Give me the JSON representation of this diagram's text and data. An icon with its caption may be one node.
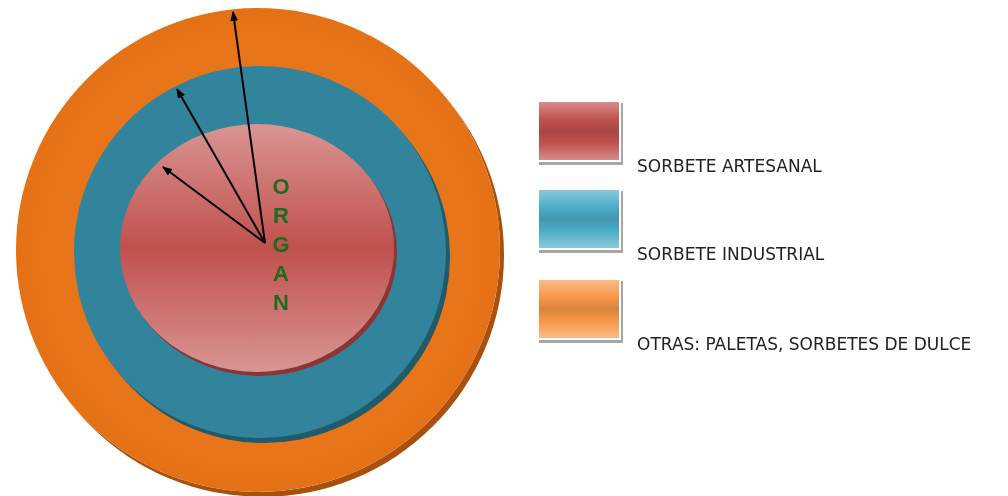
{
  "diagram": {
    "nodes": [
      {
        "text": [],
        "shape": "circle"
      },
      {
        "text": [],
        "shape": "circle",
        "in": 0
      },
      {
        "text": [
          "ORGAN"
        ],
        "in": 1
      }
    ],
    "edges": [
      {
        "from": 2,
        "to": 0,
        "arrow": "to"
      },
      {
        "from": 2,
        "to": 1,
        "arrow": "to"
      },
      {
        "from": null,
        "to": 2,
        "arrow": "to"
      }
    ],
    "legend": [
      {
        "text": "SORBETE ARTESANAL",
        "color": "#c0504d"
      },
      {
        "text": "SORBETE INDUSTRIAL",
        "color": "#4bacc6"
      },
      {
        "text": "OTRAS: PALETAS, SORBETES DE DULCE",
        "color": "#f79646"
      }
    ]
  }
}
